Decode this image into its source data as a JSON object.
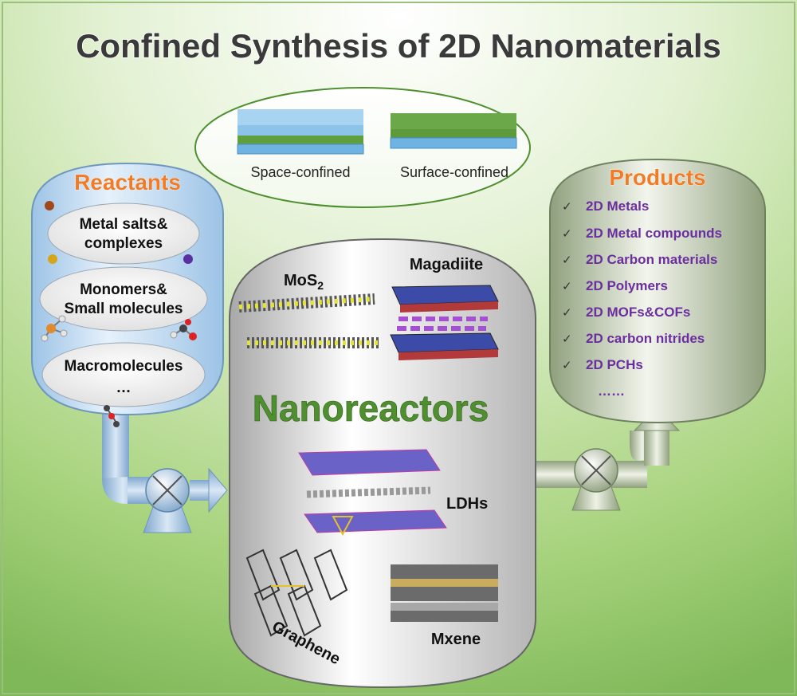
{
  "title": "Confined Synthesis of 2D Nanomaterials",
  "confinement": {
    "space_label": "Space-confined",
    "surface_label": "Surface-confined"
  },
  "reactants": {
    "heading": "Reactants",
    "items": [
      {
        "line1": "Metal salts&",
        "line2": "complexes"
      },
      {
        "line1": "Monomers&",
        "line2": "Small molecules"
      },
      {
        "line1": "Macromolecules",
        "line2": "…"
      }
    ]
  },
  "reactor": {
    "label": "Nanoreactors",
    "materials": {
      "mos2": "MoS",
      "mos2_sub": "2",
      "magadiite": "Magadiite",
      "ldhs": "LDHs",
      "graphene": "Graphene",
      "mxene": "Mxene"
    }
  },
  "products": {
    "heading": "Products",
    "check_glyph": "✓",
    "items": [
      "2D Metals",
      "2D Metal compounds",
      "2D Carbon materials",
      "2D Polymers",
      "2D MOFs&COFs",
      "2D carbon nitrides",
      "2D PCHs"
    ],
    "ellipsis": "……"
  },
  "colors": {
    "background_top": "#ffffff",
    "background_bottom": "#8cc461",
    "reactant_tank": "#b9d7ef",
    "product_tank": "#a8b898",
    "accent_orange": "#f07c27",
    "product_text": "#6b2e9e",
    "nanoreactor_text": "#4f8f2f"
  }
}
